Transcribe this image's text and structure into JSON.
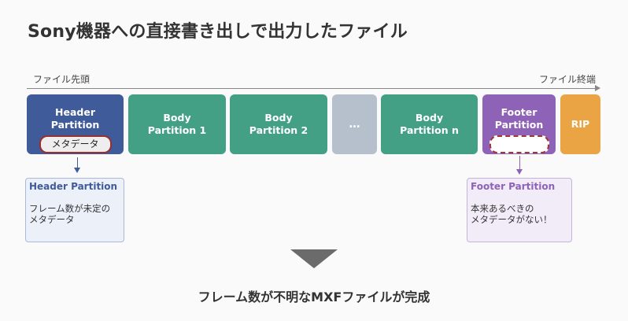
{
  "title": "Sony機器への直接書き出しで出力したファイル",
  "axis": {
    "start_label": "ファイル先頭",
    "end_label": "ファイル終端"
  },
  "blocks": {
    "header": {
      "line1": "Header",
      "line2": "Partition",
      "metadata_label": "メタデータ"
    },
    "body1": {
      "line1": "Body",
      "line2": "Partition 1"
    },
    "body2": {
      "line1": "Body",
      "line2": "Partition 2"
    },
    "dots": {
      "label": "…"
    },
    "bodyn": {
      "line1": "Body",
      "line2": "Partition n"
    },
    "footer": {
      "line1": "Footer",
      "line2": "Partition"
    },
    "rip": {
      "label": "RIP"
    }
  },
  "notes": {
    "header": {
      "title": "Header Partition",
      "text": "フレーム数が未定の\nメタデータ"
    },
    "footer": {
      "title": "Footer Partition",
      "text": "本来あるべきの\nメタデータがない！"
    }
  },
  "result": "フレーム数が不明なMXFファイルが完成",
  "colors": {
    "header": "#3f5b9a",
    "body": "#43a085",
    "dots": "#b6c0cd",
    "footer": "#8e62b6",
    "rip": "#eba444",
    "metadata_border": "#9b2f2f"
  }
}
